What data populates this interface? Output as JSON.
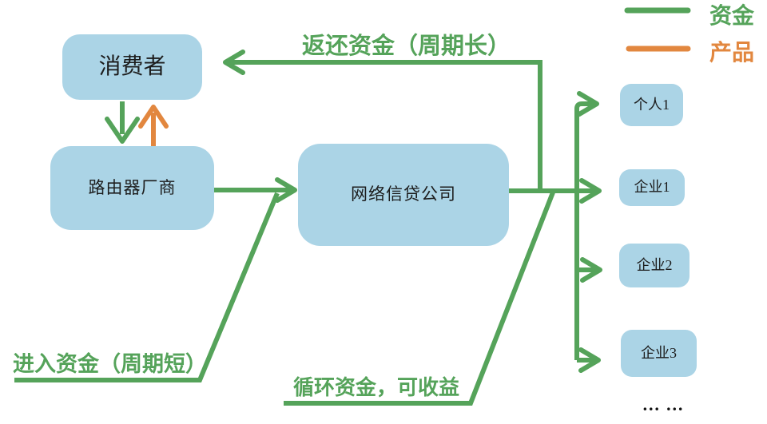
{
  "colors": {
    "funds": "#55a35a",
    "product": "#e2873f",
    "node_fill": "#abd4e6",
    "node_text": "#1c1c1c",
    "background": "#ffffff"
  },
  "nodes": {
    "consumer": "消费者",
    "router": "路由器厂商",
    "credit": "网络信贷公司",
    "person1": "个人1",
    "company1": "企业1",
    "company2": "企业2",
    "company3": "企业3"
  },
  "flow_labels": {
    "return": "返还资金（周期长）",
    "enter": "进入资金（周期短）",
    "cycle": "循环资金，可收益"
  },
  "legend": {
    "items": [
      {
        "label": "资金",
        "color": "#55a35a"
      },
      {
        "label": "产品",
        "color": "#e2873f"
      }
    ]
  },
  "ellipsis": "… …",
  "edges": [
    {
      "from": "消费者",
      "to": "路由器厂商",
      "type": "资金"
    },
    {
      "from": "路由器厂商",
      "to": "消费者",
      "type": "产品"
    },
    {
      "from": "路由器厂商",
      "to": "网络信贷公司",
      "type": "资金",
      "label": "进入资金（周期短）"
    },
    {
      "from": "网络信贷公司",
      "to": "消费者",
      "type": "资金",
      "label": "返还资金（周期长）"
    },
    {
      "from": "网络信贷公司",
      "to": "个人1",
      "type": "资金",
      "label": "循环资金，可收益"
    },
    {
      "from": "网络信贷公司",
      "to": "企业1",
      "type": "资金"
    },
    {
      "from": "网络信贷公司",
      "to": "企业2",
      "type": "资金"
    },
    {
      "from": "网络信贷公司",
      "to": "企业3",
      "type": "资金"
    }
  ]
}
